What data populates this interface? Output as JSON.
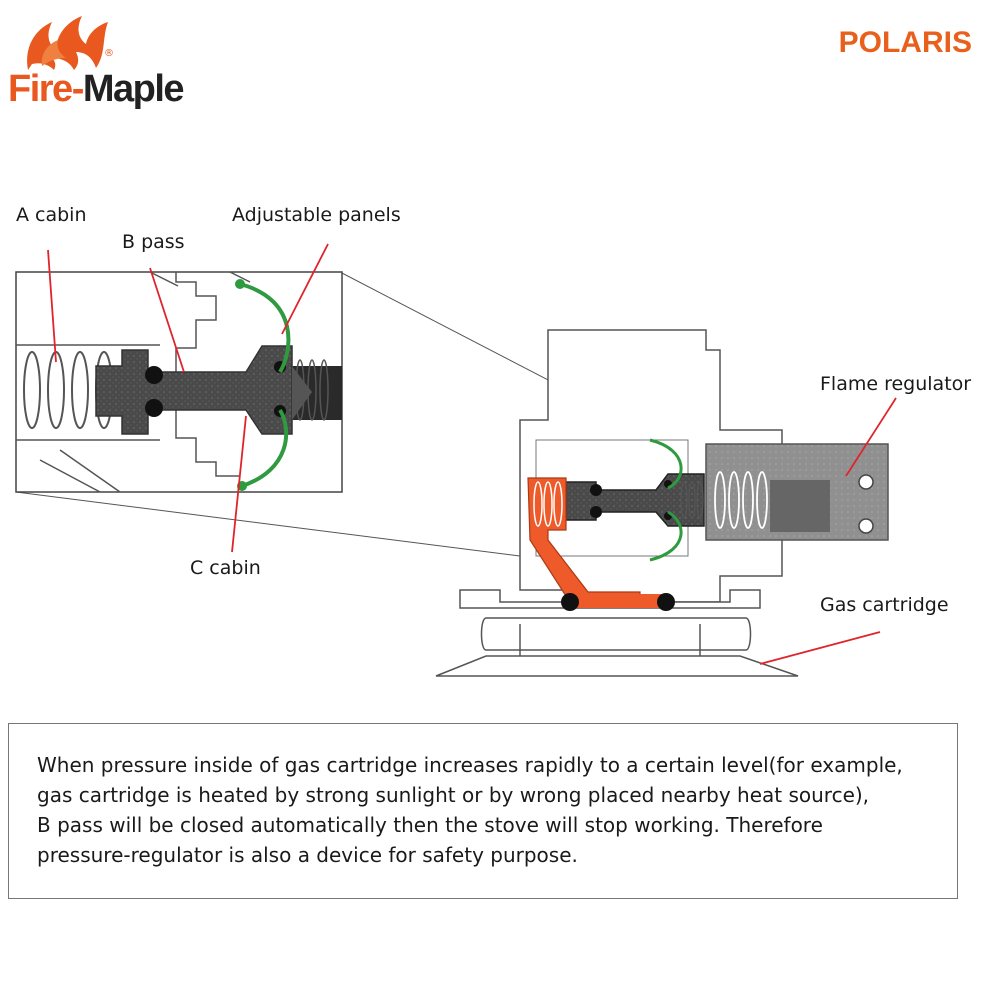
{
  "brand": {
    "name_part1": "Fire-",
    "name_part2": "Maple",
    "registered": "®"
  },
  "product": {
    "title": "POLARIS"
  },
  "labels": {
    "a_cabin": "A cabin",
    "b_pass": "B pass",
    "adjustable_panels": "Adjustable panels",
    "c_cabin": "C cabin",
    "flame_regulator": "Flame regulator",
    "gas_cartridge": "Gas cartridge"
  },
  "caption": {
    "line1": "When pressure inside of gas cartridge increases rapidly to a certain level(for example,",
    "line2": "gas cartridge is heated by strong sunlight or by wrong placed nearby heat source),",
    "line3": "B pass will be closed automatically then the stove will stop working. Therefore",
    "line4": "pressure-regulator is also a device for safety purpose."
  },
  "colors": {
    "brand_orange": "#e8581f",
    "regulator_red": "#ee5a2a",
    "panel_green": "#2f9a3f",
    "leader_red": "#e0242b",
    "dark_part": "#3c3c3c",
    "gray_part": "#8e8e8e"
  }
}
